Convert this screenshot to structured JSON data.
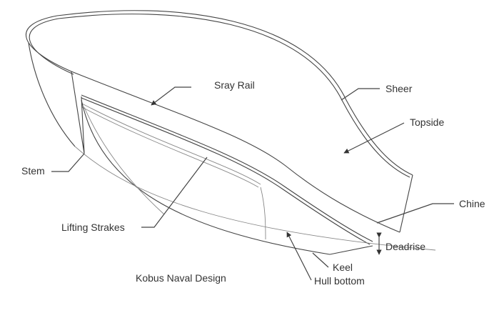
{
  "labels": {
    "spray_rail": "Sray Rail",
    "sheer": "Sheer",
    "topside": "Topside",
    "stem": "Stem",
    "chine": "Chine",
    "lifting_strakes": "Lifting Strakes",
    "deadrise": "Deadrise",
    "keel": "Keel",
    "hull_bottom": "Hull bottom"
  },
  "credit": "Kobus Naval Design"
}
